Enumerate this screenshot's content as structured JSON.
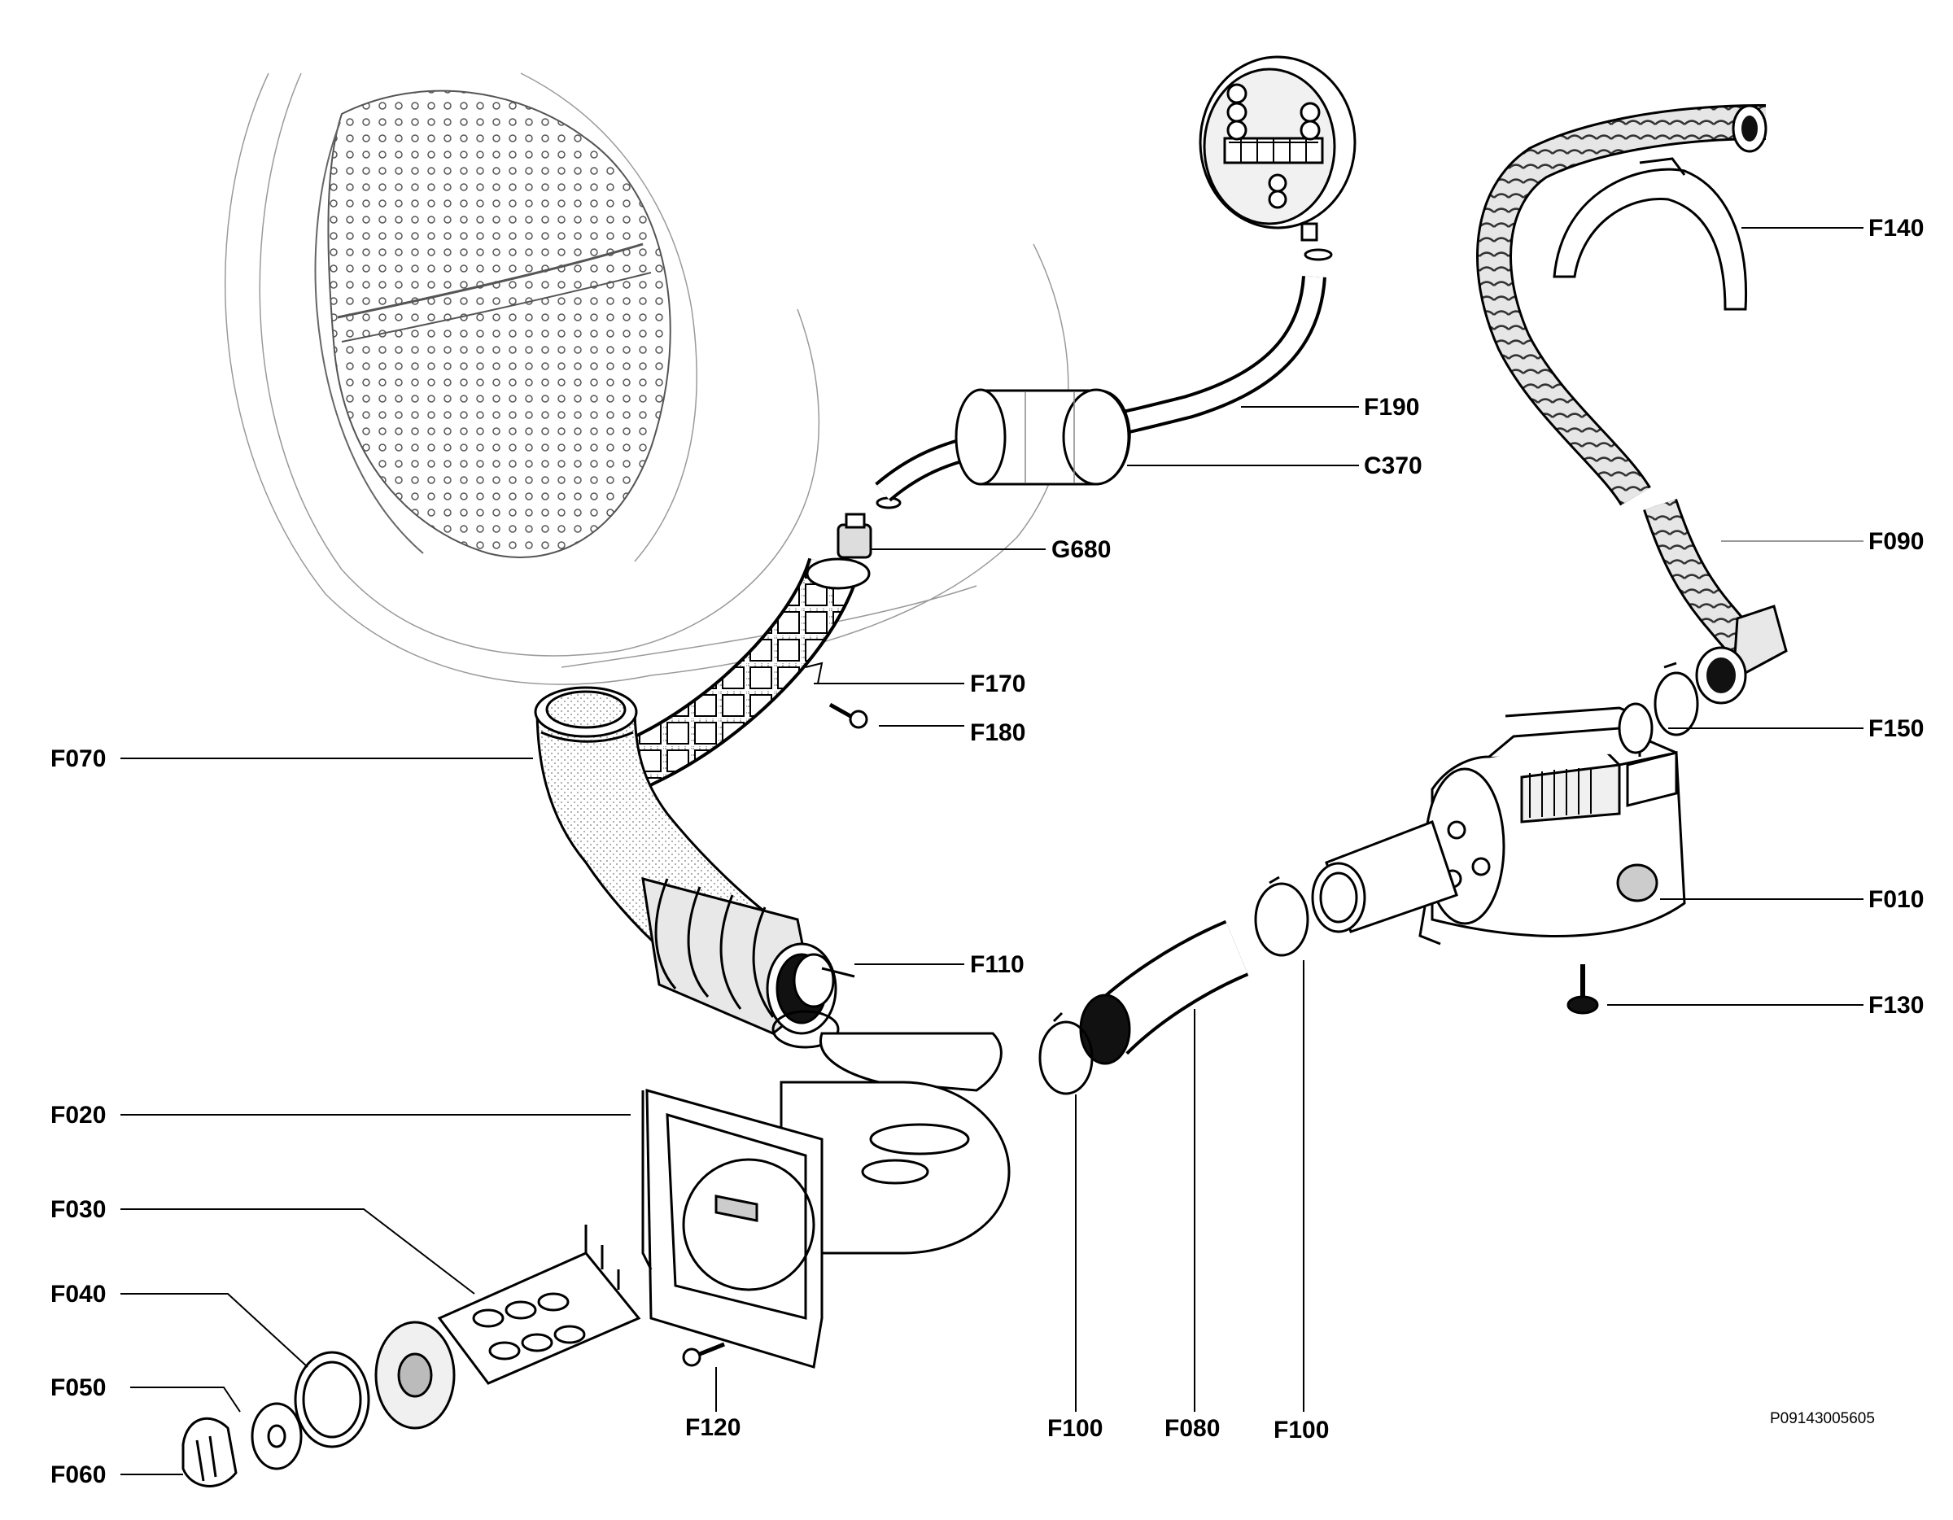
{
  "callouts": {
    "F140": "F140",
    "F190": "F190",
    "C370": "C370",
    "G680": "G680",
    "F090": "F090",
    "F170": "F170",
    "F180": "F180",
    "F150": "F150",
    "F070": "F070",
    "F010": "F010",
    "F110": "F110",
    "F130": "F130",
    "F020": "F020",
    "F030": "F030",
    "F040": "F040",
    "F050": "F050",
    "F060": "F060",
    "F120": "F120",
    "F100_left": "F100",
    "F080": "F080",
    "F100_right": "F100"
  },
  "reference_code": "P09143005605",
  "colors": {
    "ink": "#000000",
    "faint": "#9a9a9a",
    "fill": "#ffffff",
    "shade": "#d8d8d8"
  }
}
